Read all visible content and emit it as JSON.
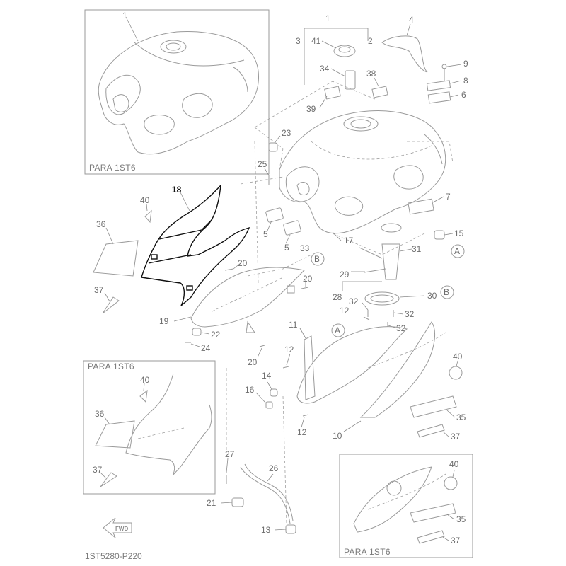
{
  "diagram": {
    "part_number": "1ST5280-P220",
    "highlighted_callout": "18",
    "insets": [
      {
        "label": "PARA 1ST6"
      },
      {
        "label": "PARA 1ST6"
      },
      {
        "label": "PARA 1ST6"
      }
    ],
    "fwd_badge": "FWD",
    "circle_refs": [
      "A",
      "B",
      "A",
      "B"
    ],
    "callouts": [
      "1",
      "1",
      "2",
      "3",
      "4",
      "41",
      "9",
      "8",
      "6",
      "34",
      "38",
      "39",
      "23",
      "25",
      "7",
      "40",
      "36",
      "18",
      "5",
      "5",
      "33",
      "17",
      "15",
      "31",
      "20",
      "29",
      "20",
      "28",
      "30",
      "37",
      "19",
      "22",
      "24",
      "12",
      "32",
      "32",
      "32",
      "11",
      "20",
      "12",
      "14",
      "16",
      "10",
      "40",
      "35",
      "37",
      "40",
      "36",
      "37",
      "27",
      "26",
      "21",
      "13",
      "12",
      "40",
      "35",
      "37"
    ]
  }
}
